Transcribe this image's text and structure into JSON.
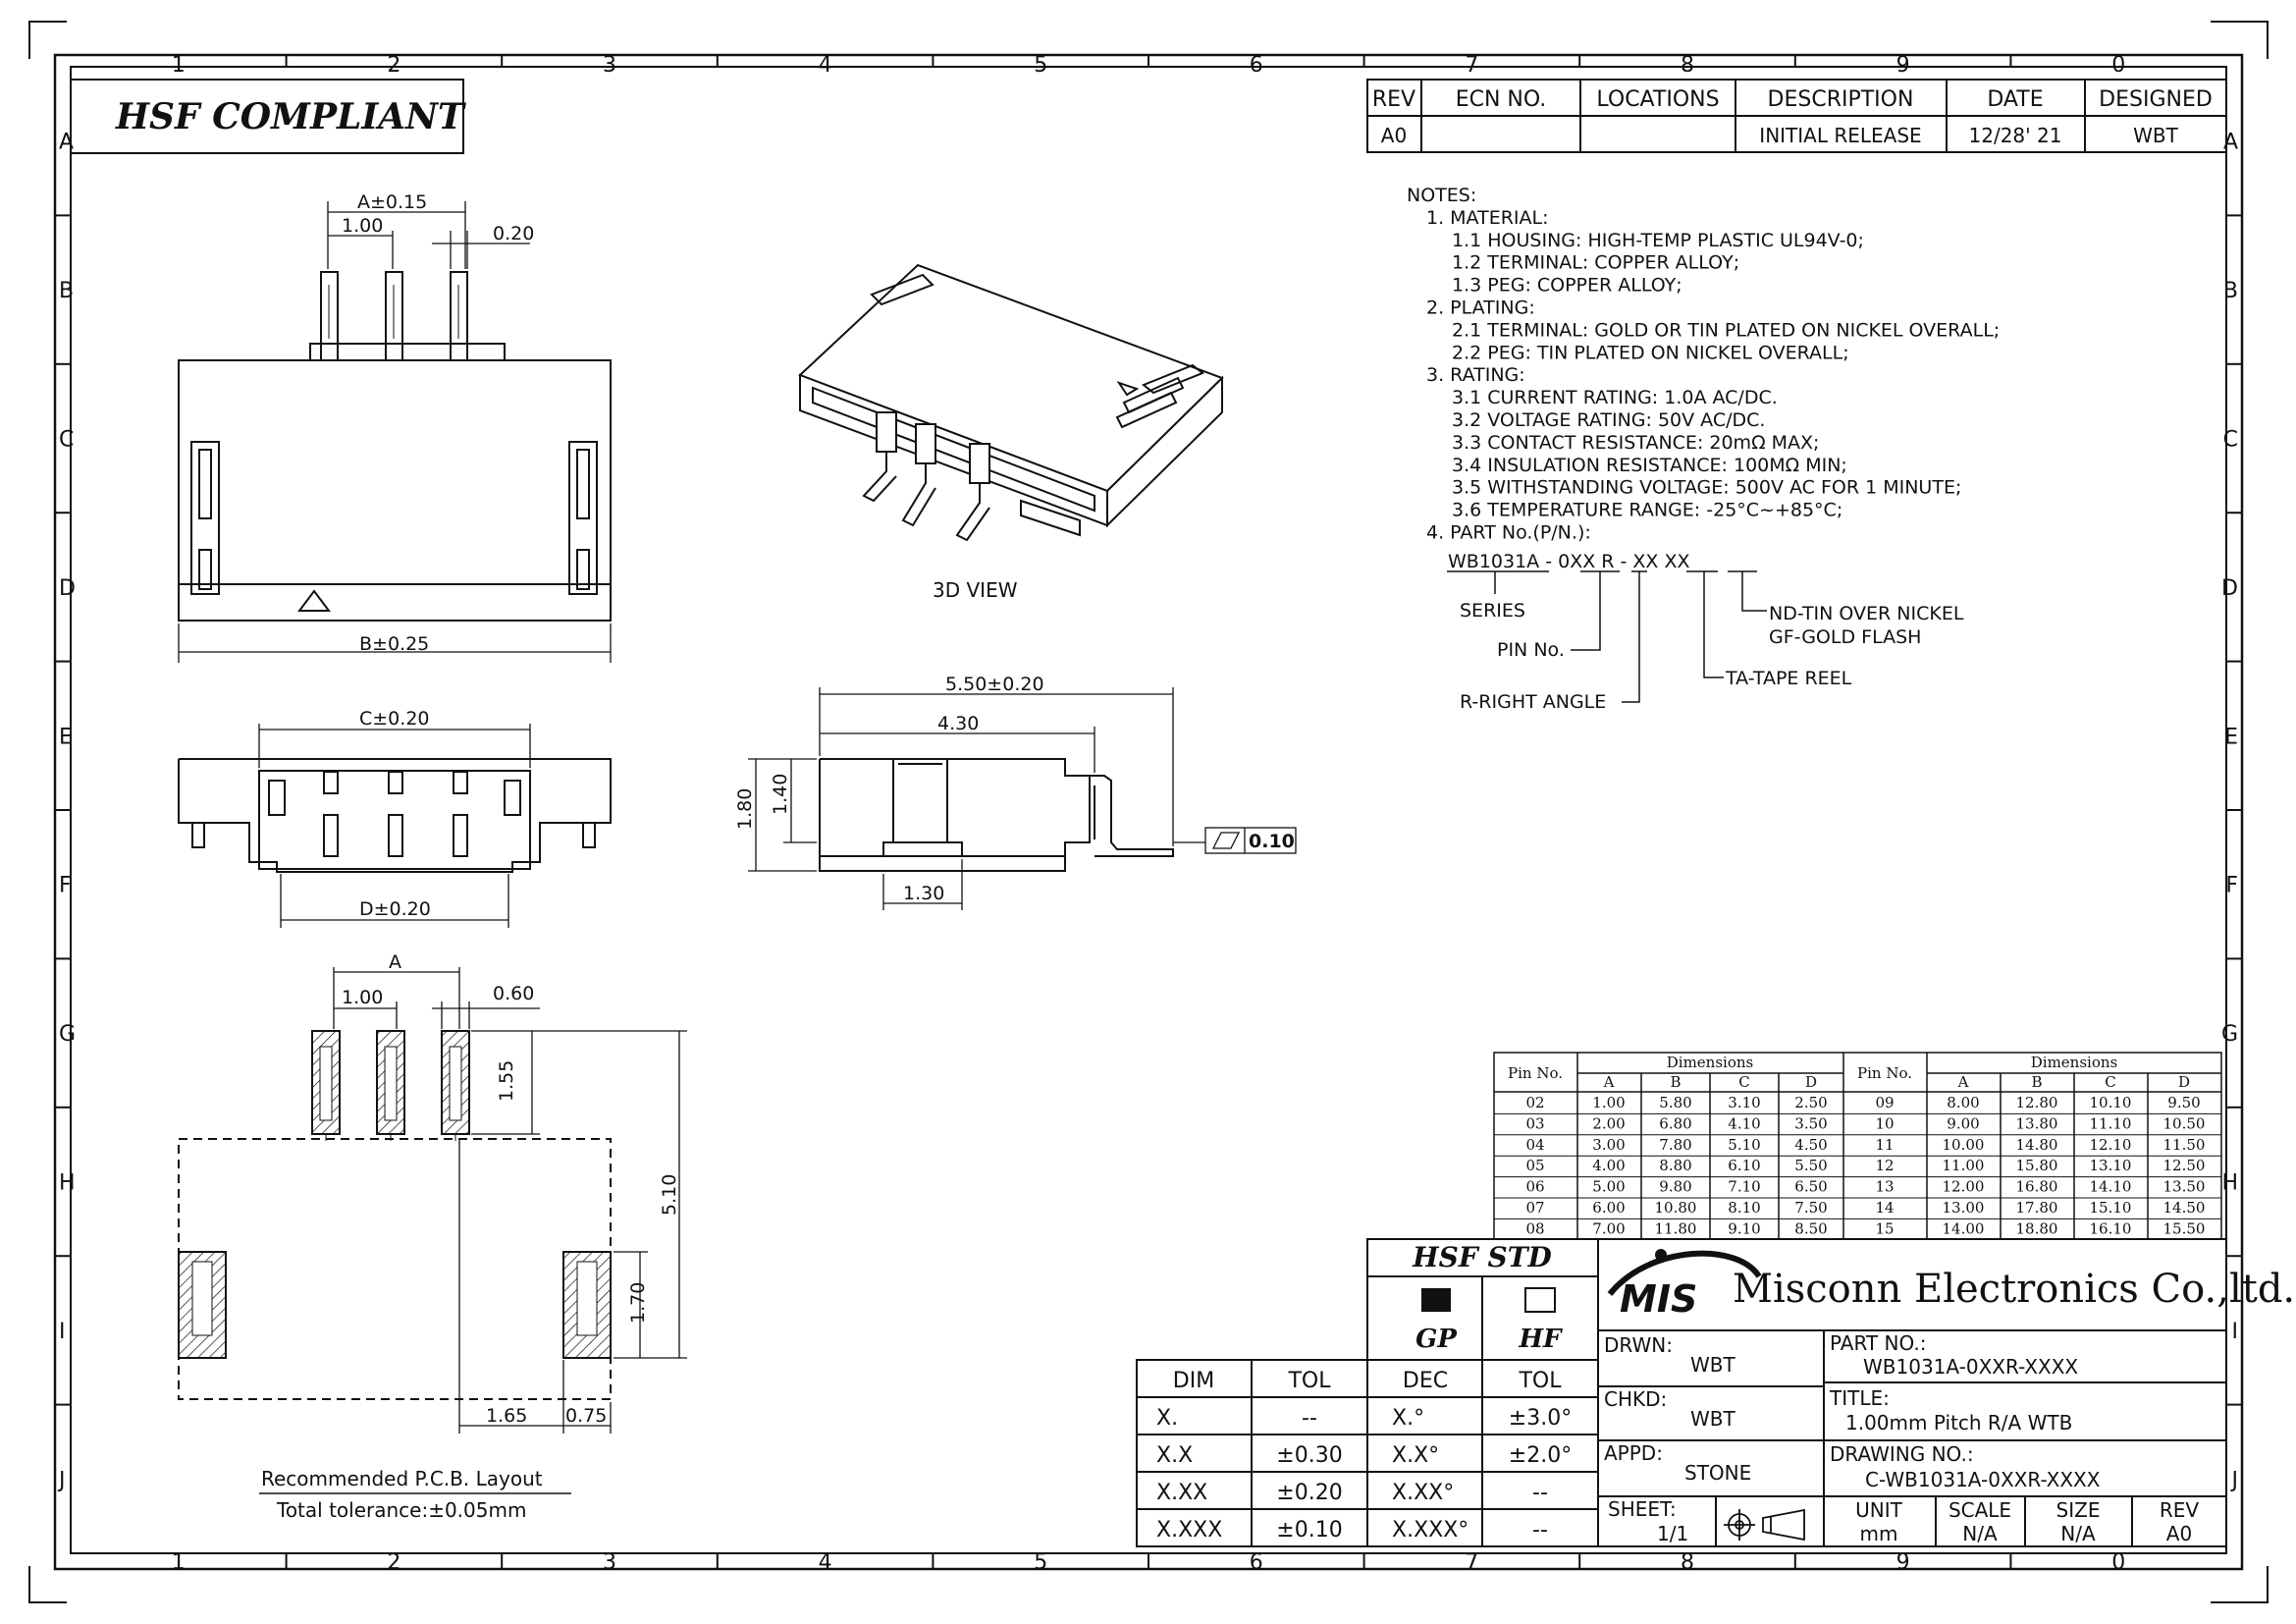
{
  "frame": {
    "columns": [
      "1",
      "2",
      "3",
      "4",
      "5",
      "6",
      "7",
      "8",
      "9",
      "0"
    ],
    "rows": [
      "A",
      "B",
      "C",
      "D",
      "E",
      "F",
      "G",
      "H",
      "I",
      "J"
    ]
  },
  "hsf_compliant": "HSF  COMPLIANT",
  "revision_table": {
    "headers": [
      "REV",
      "ECN NO.",
      "LOCATIONS",
      "DESCRIPTION",
      "DATE",
      "DESIGNED"
    ],
    "row": [
      "A0",
      "",
      "",
      "INITIAL  RELEASE",
      "12/28' 21",
      "WBT"
    ]
  },
  "notes": [
    "NOTES:",
    "1.  MATERIAL:",
    "1.1  HOUSING:  HIGH-TEMP  PLASTIC  UL94V-0;",
    "1.2  TERMINAL:  COPPER  ALLOY;",
    "1.3  PEG:  COPPER  ALLOY;",
    "2.  PLATING:",
    "2.1  TERMINAL:  GOLD  OR  TIN  PLATED  ON  NICKEL  OVERALL;",
    "2.2  PEG:  TIN  PLATED  ON  NICKEL  OVERALL;",
    "3.  RATING:",
    "3.1  CURRENT  RATING:  1.0A  AC/DC.",
    "3.2  VOLTAGE  RATING:  50V  AC/DC.",
    "3.3  CONTACT  RESISTANCE:  20mΩ  MAX;",
    "3.4  INSULATION  RESISTANCE:  100MΩ  MIN;",
    "3.5  WITHSTANDING  VOLTAGE:  500V  AC  FOR  1  MINUTE;",
    "3.6  TEMPERATURE  RANGE:  -25°C~+85°C;",
    "4.  PART  No.(P/N.):"
  ],
  "part_number_key": {
    "code": "WB1031A  -  0XX  R  -  XX  XX",
    "series": "SERIES",
    "pin_no": "PIN  No.",
    "right_angle": "R-RIGHT  ANGLE",
    "tape_reel": "TA-TAPE  REEL",
    "plating_nd": "ND-TIN  OVER  NICKEL",
    "plating_gf": "GF-GOLD  FLASH"
  },
  "dimensions": {
    "a_tol": "A±0.15",
    "pitch_top": "1.00",
    "pin_width": "0.20",
    "b_tol": "B±0.25",
    "c_tol": "C±0.20",
    "d_tol": "D±0.20",
    "side_total": "5.50±0.20",
    "side_body": "4.30",
    "side_h_total": "1.80",
    "side_h_body": "1.40",
    "side_foot": "1.30",
    "flatness": "0.10",
    "pcb_a": "A",
    "pcb_pitch": "1.00",
    "pcb_pad_w": "0.60",
    "pcb_pad_h": "1.55",
    "pcb_total_h": "5.10",
    "pcb_peg_h": "1.70",
    "pcb_peg_off": "1.65",
    "pcb_peg_w": "0.75"
  },
  "view_3d_label": "3D  VIEW",
  "pcb_layout_title": "Recommended  P.C.B.  Layout",
  "pcb_tolerance": "Total  tolerance:±0.05mm",
  "dim_table": {
    "col_pin": "Pin No.",
    "col_dims": "Dimensions",
    "sub": [
      "A",
      "B",
      "C",
      "D"
    ],
    "left_rows": [
      [
        "02",
        "1.00",
        "5.80",
        "3.10",
        "2.50"
      ],
      [
        "03",
        "2.00",
        "6.80",
        "4.10",
        "3.50"
      ],
      [
        "04",
        "3.00",
        "7.80",
        "5.10",
        "4.50"
      ],
      [
        "05",
        "4.00",
        "8.80",
        "6.10",
        "5.50"
      ],
      [
        "06",
        "5.00",
        "9.80",
        "7.10",
        "6.50"
      ],
      [
        "07",
        "6.00",
        "10.80",
        "8.10",
        "7.50"
      ],
      [
        "08",
        "7.00",
        "11.80",
        "9.10",
        "8.50"
      ]
    ],
    "right_rows": [
      [
        "09",
        "8.00",
        "12.80",
        "10.10",
        "9.50"
      ],
      [
        "10",
        "9.00",
        "13.80",
        "11.10",
        "10.50"
      ],
      [
        "11",
        "10.00",
        "14.80",
        "12.10",
        "11.50"
      ],
      [
        "12",
        "11.00",
        "15.80",
        "13.10",
        "12.50"
      ],
      [
        "13",
        "12.00",
        "16.80",
        "14.10",
        "13.50"
      ],
      [
        "14",
        "13.00",
        "17.80",
        "15.10",
        "14.50"
      ],
      [
        "15",
        "14.00",
        "18.80",
        "16.10",
        "15.50"
      ]
    ]
  },
  "tol_table": {
    "headers": [
      "DIM",
      "TOL"
    ],
    "rows": [
      [
        "X.",
        "--"
      ],
      [
        "X.X",
        "±0.30"
      ],
      [
        "X.XX",
        "±0.20"
      ],
      [
        "X.XXX",
        "±0.10"
      ]
    ]
  },
  "hsf_std": {
    "title": "HSF  STD",
    "gp": "GP",
    "hf": "HF",
    "headers": [
      "DEC",
      "TOL"
    ],
    "rows": [
      [
        "X.°",
        "±3.0°"
      ],
      [
        "X.X°",
        "±2.0°"
      ],
      [
        "X.XX°",
        "--"
      ],
      [
        "X.XXX°",
        "--"
      ]
    ]
  },
  "title_block": {
    "logo": "MIS",
    "company": "Misconn Electronics Co.,ltd.",
    "drwn_label": "DRWN:",
    "drwn": "WBT",
    "chkd_label": "CHKD:",
    "chkd": "WBT",
    "appd_label": "APPD:",
    "appd": "STONE",
    "part_no_label": "PART  NO.:",
    "part_no": "WB1031A-0XXR-XXXX",
    "title_label": "TITLE:",
    "title": "1.00mm  Pitch  R/A  WTB",
    "drawing_no_label": "DRAWING  NO.:",
    "drawing_no": "C-WB1031A-0XXR-XXXX",
    "sheet_label": "SHEET:",
    "sheet": "1/1",
    "unit_label": "UNIT",
    "unit": "mm",
    "scale_label": "SCALE",
    "scale": "N/A",
    "size_label": "SIZE",
    "size": "N/A",
    "rev_label": "REV",
    "rev": "A0"
  }
}
